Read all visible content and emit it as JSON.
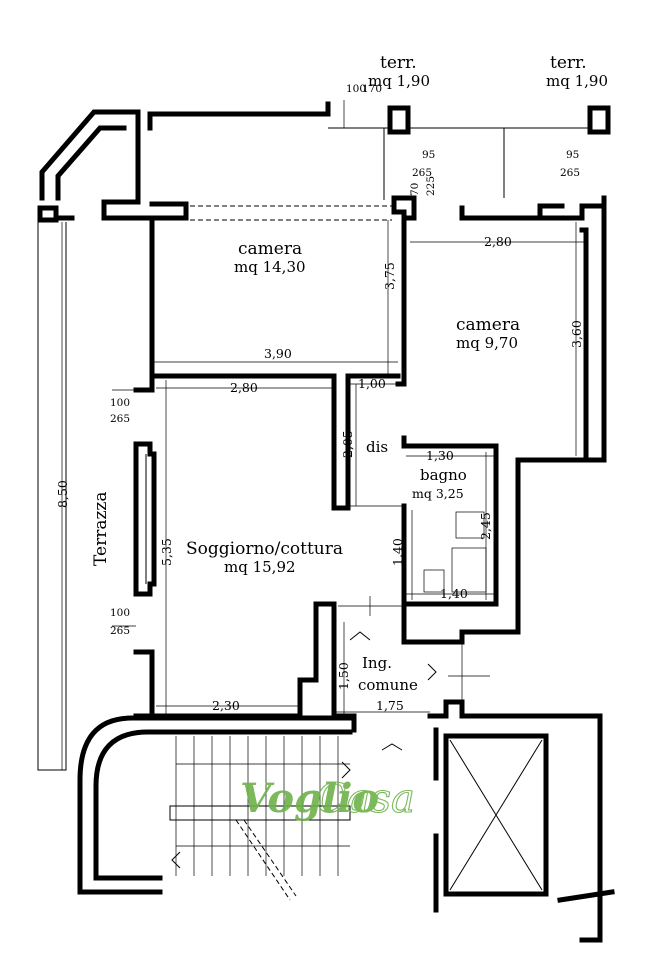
{
  "plan": {
    "rooms": {
      "camera1": {
        "name": "camera",
        "area": "mq 14,30"
      },
      "camera2": {
        "name": "camera",
        "area": "mq 9,70"
      },
      "soggiorno": {
        "name": "Soggiorno/cottura",
        "area": "mq 15,92"
      },
      "bagno": {
        "name": "bagno",
        "area": "mq 3,25"
      },
      "dis": {
        "name": "dis"
      },
      "terrazza": {
        "name": "Terrazza"
      },
      "ingresso": {
        "line1": "Ing.",
        "line2": "comune"
      },
      "terr_left": {
        "name": "terr.",
        "area": "mq 1,90"
      },
      "terr_right": {
        "name": "terr.",
        "area": "mq 1,90"
      }
    },
    "dimensions": {
      "terrazza_len": "8,50",
      "camera1_w": "3,90",
      "camera1_h": "3,75",
      "camera2_w": "2,80",
      "camera2_h": "3,60",
      "sogg_w_top": "2,80",
      "sogg_h": "5,35",
      "sogg_w_bottom": "2,30",
      "dis_w": "1,00",
      "dis_h": "2,05",
      "bagno_w_top": "1,30",
      "bagno_h": "2,45",
      "bagno_w_bottom": "1,40",
      "bagno_left_h": "1,40",
      "ing_h": "1,50",
      "ing_w": "1,75",
      "win_top_a": "100",
      "win_top_b": "170",
      "win_cam1_a": "95",
      "win_cam1_b": "265",
      "win_cam1_c": "70",
      "win_cam1_d": "225",
      "win_cam2_a": "95",
      "win_cam2_b": "265",
      "win_sogg1_a": "100",
      "win_sogg1_b": "265",
      "win_sogg2_a": "100",
      "win_sogg2_b": "265"
    }
  },
  "watermark": {
    "part1": "Voglio",
    "part2": "Casa",
    "color": "#6db24a"
  }
}
